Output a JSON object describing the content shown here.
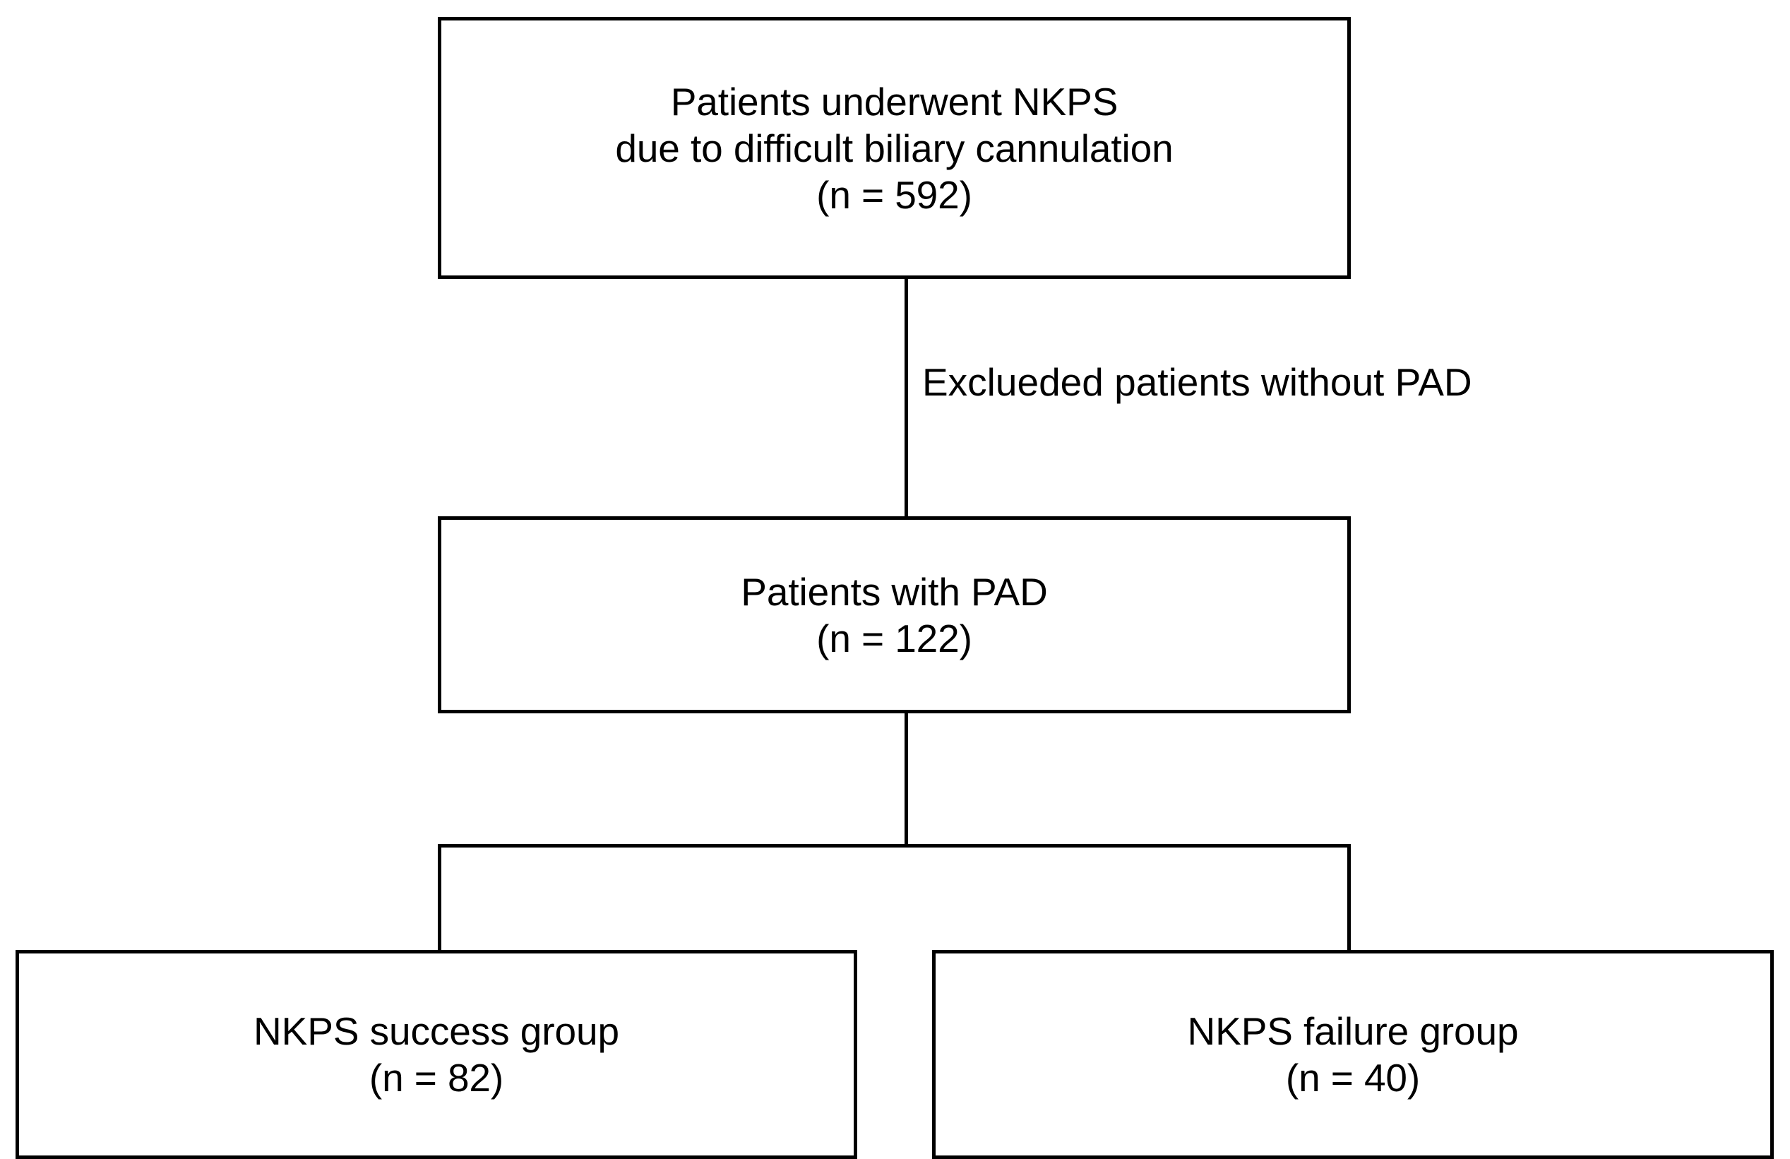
{
  "figure": {
    "type": "flowchart",
    "orientation": "top-down",
    "background_color": "#ffffff",
    "line_color": "#000000",
    "text_color": "#000000"
  },
  "nodes": {
    "top": {
      "id": "patients-underwent-nkps",
      "line1": "Patients underwent NKPS",
      "line2": "due to difficult biliary cannulation",
      "line3": "(n = 592)",
      "count": 592
    },
    "middle": {
      "id": "patients-with-pad",
      "line1": "Patients with PAD",
      "line2": "(n = 122)",
      "count": 122
    },
    "success": {
      "id": "nkps-success-group",
      "line1": "NKPS success group",
      "line2": "(n = 82)",
      "count": 82
    },
    "failure": {
      "id": "nkps-failure-group",
      "line1": "NKPS failure group",
      "line2": "(n = 40)",
      "count": 40
    }
  },
  "edges": {
    "exclusion_label": "Exclueded patients without PAD"
  }
}
